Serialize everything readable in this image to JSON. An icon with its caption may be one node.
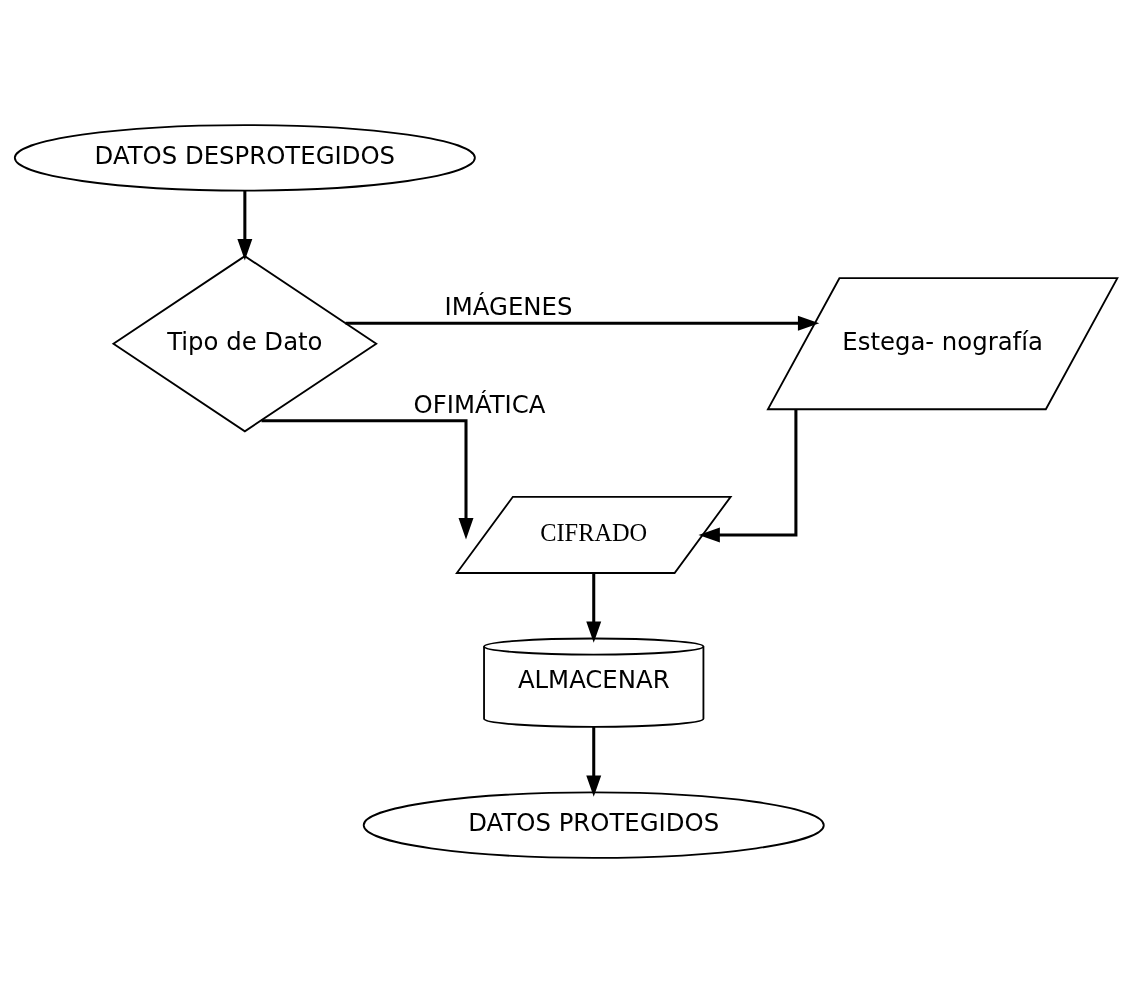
{
  "diagram": {
    "nodes": [
      {
        "text": [
          "DATOS DESPROTEGIDOS"
        ]
      },
      {
        "text": [
          "Tipo de Dato"
        ]
      },
      {
        "text": [
          "Estega- nografía"
        ]
      },
      {
        "text": [
          "CIFRADO"
        ]
      },
      {
        "text": [
          "ALMACENAR"
        ]
      },
      {
        "text": [
          "DATOS PROTEGIDOS"
        ]
      }
    ],
    "edges": [
      {
        "from": 0,
        "to": 1,
        "arrow": "to"
      },
      {
        "from": 1,
        "to": 2,
        "arrow": "to",
        "label": "IMÁGENES"
      },
      {
        "from": 1,
        "to": 3,
        "arrow": "to",
        "label": "OFIMÁTICA"
      },
      {
        "from": 2,
        "to": 3,
        "arrow": "to"
      },
      {
        "from": 3,
        "to": 4,
        "arrow": "to"
      },
      {
        "from": 4,
        "to": 5,
        "arrow": "to"
      }
    ]
  }
}
